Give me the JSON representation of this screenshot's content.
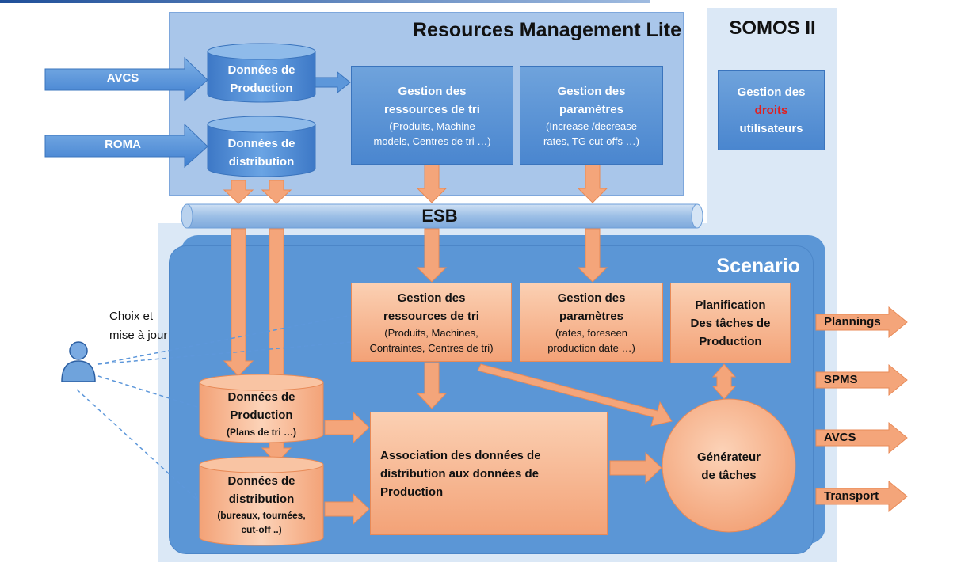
{
  "rml": {
    "title": "Resources Management Lite",
    "db_production": [
      "Données de",
      "Production"
    ],
    "db_distribution": [
      "Données de",
      "distribution"
    ],
    "gestion_ressources": {
      "title": [
        "Gestion des",
        "ressources de tri"
      ],
      "sub": [
        "(Produits, Machine",
        "models, Centres de tri …)"
      ]
    },
    "gestion_parametres": {
      "title": [
        "Gestion des",
        "paramètres"
      ],
      "sub": [
        "(Increase /decrease",
        "rates, TG cut-offs …)"
      ]
    }
  },
  "somos": {
    "title": "SOMOS II",
    "droits_line1": "Gestion des",
    "droits_highlight": "droits",
    "droits_line3": "utilisateurs",
    "highlight_color": "#e02020"
  },
  "inputs": {
    "avcs": "AVCS",
    "roma": "ROMA"
  },
  "esb": "ESB",
  "scenario": {
    "title": "Scenario",
    "gestion_ressources": {
      "title": [
        "Gestion des",
        "ressources de tri"
      ],
      "sub": [
        "(Produits, Machines,",
        "Contraintes, Centres de tri)"
      ]
    },
    "gestion_parametres": {
      "title": [
        "Gestion des",
        "paramètres"
      ],
      "sub": [
        "(rates, foreseen",
        "production date …)"
      ]
    },
    "planification": [
      "Planification",
      "Des tâches de",
      "Production"
    ],
    "db_production": {
      "title": [
        "Données de",
        "Production"
      ],
      "sub": "(Plans de tri …)"
    },
    "db_distribution": {
      "title": [
        "Données de",
        "distribution"
      ],
      "sub": [
        "(bureaux, tournées,",
        "cut-off ..)"
      ]
    },
    "association": [
      "Association des données de",
      "distribution aux données de",
      "Production"
    ],
    "generateur": [
      "Générateur",
      "de tâches"
    ]
  },
  "outputs": [
    "Plannings",
    "SPMS",
    "AVCS",
    "Transport"
  ],
  "user": {
    "label": [
      "Choix et",
      "mise à jour"
    ]
  },
  "colors": {
    "rml_bg": "#a9c6ea",
    "scenario_bg": "#5b96d6",
    "blue_box": "#4a86cf",
    "orange": "#f4a57a",
    "outer_bg": "#dbe8f6"
  }
}
